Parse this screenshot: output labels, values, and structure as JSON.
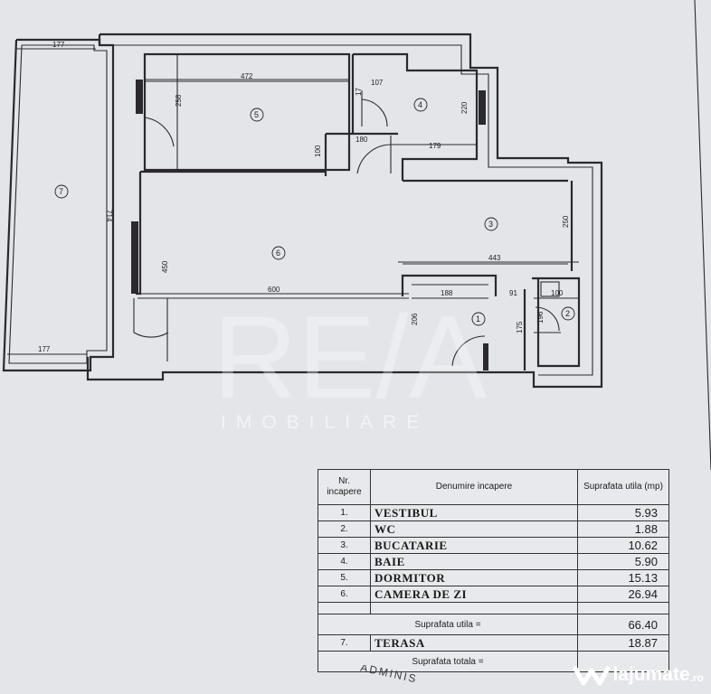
{
  "plan": {
    "dimensions": {
      "terrace_top": "177",
      "terrace_bottom": "177",
      "terrace_height": "714",
      "dormitor_width": "472",
      "dormitor_height": "258",
      "baie_width_top": "107",
      "baie_width_bottom": "179",
      "baie_height": "220",
      "baie_small": "17",
      "hall_width": "180",
      "hall_height": "100",
      "bucatarie_height": "250",
      "bucatarie_width": "443",
      "camera_width": "600",
      "camera_height": "450",
      "vestibul_width": "188",
      "vestibul_height": "206",
      "gap_91": "91",
      "wc_width": "100",
      "wc_height": "196",
      "height_175": "175"
    },
    "room_numbers": [
      "1",
      "2",
      "3",
      "4",
      "5",
      "6",
      "7"
    ]
  },
  "watermark": {
    "main": "RE/A",
    "sub": "IMOBILIARE"
  },
  "table": {
    "headers": {
      "nr": "Nr. incapere",
      "name": "Denumire incapere",
      "area": "Suprafata utila (mp)"
    },
    "rooms": [
      {
        "nr": "1.",
        "name": "VESTIBUL",
        "area": "5.93"
      },
      {
        "nr": "2.",
        "name": "WC",
        "area": "1.88"
      },
      {
        "nr": "3.",
        "name": "BUCATARIE",
        "area": "10.62"
      },
      {
        "nr": "4.",
        "name": "BAIE",
        "area": "5.90"
      },
      {
        "nr": "5.",
        "name": "DORMITOR",
        "area": "15.13"
      },
      {
        "nr": "6.",
        "name": "CAMERA DE ZI",
        "area": "26.94"
      }
    ],
    "useful_label": "Suprafata utila =",
    "useful_value": "66.40",
    "terrace": {
      "nr": "7.",
      "name": "TERASA",
      "area": "18.87"
    },
    "total_label": "Suprafata totala ="
  },
  "stamp": "ADMINIS",
  "brand": {
    "name": "lajumate",
    "tld": ".ro"
  }
}
